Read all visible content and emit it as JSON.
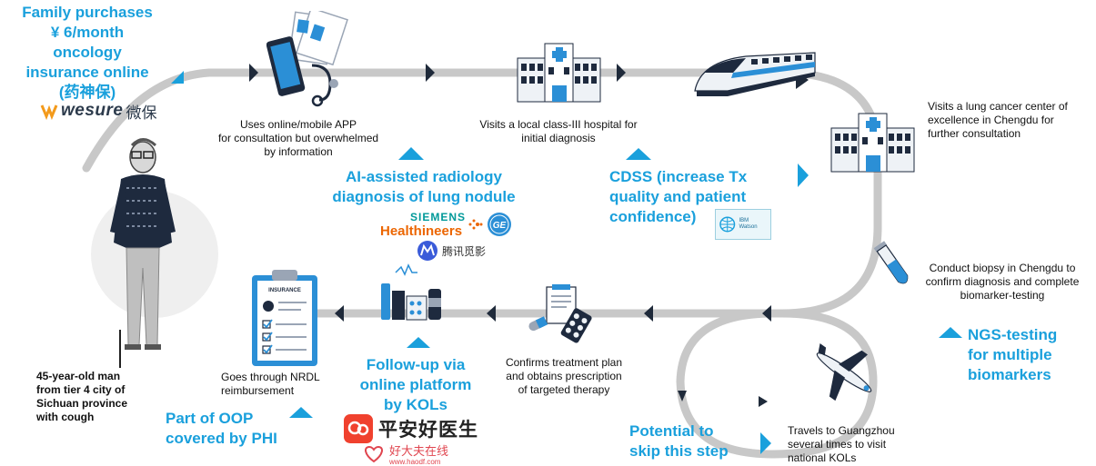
{
  "family_purchase": {
    "line1": "Family purchases",
    "line2": "¥ 6/month",
    "line3": "oncology",
    "line4": "insurance online",
    "line5": "(药神保)"
  },
  "logos": {
    "wesure": "wesure",
    "wesure_cn": "微保",
    "siemens": "SIEMENS",
    "healthineers": "Healthineers",
    "tencent": "腾讯觅影",
    "ibm": "IBM Watson",
    "pingan": "平安好医生",
    "haodf": "好大夫在线",
    "haodf_url": "www.haodf.com"
  },
  "patient": {
    "line1": "45-year-old man",
    "line2": "from tier 4 city of",
    "line3": "Sichuan province",
    "line4": "with cough"
  },
  "steps": {
    "app": [
      "Uses online/mobile APP",
      "for consultation but overwhelmed",
      "by information"
    ],
    "hospital": [
      "Visits a local class-III hospital for",
      "initial diagnosis"
    ],
    "chengdu": [
      "Visits a lung cancer center of",
      "excellence in Chengdu for",
      "further consultation"
    ],
    "biopsy": [
      "Conduct biopsy in Chengdu to",
      "confirm diagnosis and complete",
      "biomarker-testing"
    ],
    "guangzhou": [
      "Travels to Guangzhou",
      "several times to visit",
      "national KOLs"
    ],
    "confirm": [
      "Confirms treatment plan",
      "and obtains prescription",
      "of targeted therapy"
    ],
    "nrdl": [
      "Goes through NRDL",
      "reimbursement"
    ]
  },
  "highlights": {
    "ai": [
      "AI-assisted radiology",
      "diagnosis of lung nodule"
    ],
    "cdss": [
      "CDSS (increase Tx",
      "quality and patient",
      "confidence)"
    ],
    "ngs": [
      "NGS-testing",
      "for multiple",
      "biomarkers"
    ],
    "skip": [
      "Potential to",
      "skip this step"
    ],
    "followup": [
      "Follow-up via",
      "online platform",
      "by KOLs"
    ],
    "oop": [
      "Part of OOP",
      "covered by PHI"
    ]
  },
  "icon_labels": {
    "insurance_form": "INSURANCE"
  },
  "colors": {
    "accent_blue": "#1aa0dc",
    "road": "#c8c8c8",
    "arrow_dark": "#1f2a3a",
    "icon_blue": "#2b8fd6"
  }
}
